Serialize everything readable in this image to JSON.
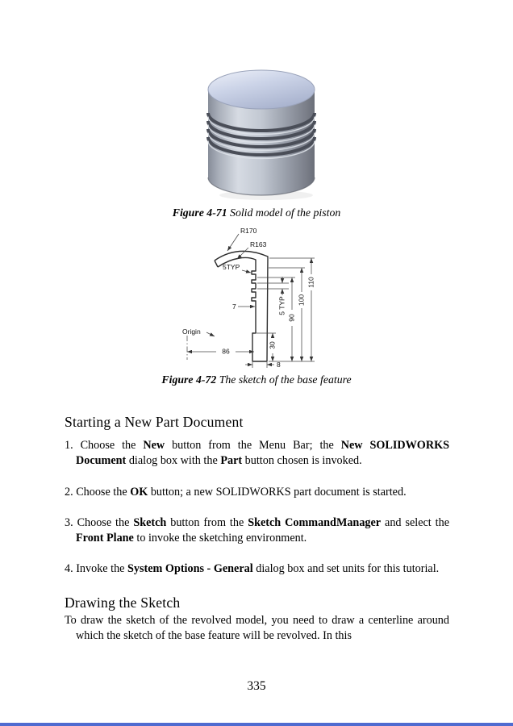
{
  "colors": {
    "bottom_bar": "#4f6bd0"
  },
  "page_number": "335",
  "figures": {
    "fig71": {
      "caption": [
        {
          "t": "Figure 4-71 ",
          "b": true,
          "i": true
        },
        {
          "t": "Solid model of the piston",
          "i": true
        }
      ]
    },
    "fig72": {
      "caption": [
        {
          "t": "Figure 4-72 ",
          "b": true,
          "i": true
        },
        {
          "t": "The sketch of the base feature",
          "i": true
        }
      ]
    }
  },
  "sketch": {
    "labels": {
      "r170": "R170",
      "r163": "R163",
      "typ5": "5TYP",
      "typ5v": "5 TYP",
      "d7": "7",
      "d30": "30",
      "d90": "90",
      "d100": "100",
      "d110": "110",
      "origin": "Origin",
      "d86": "86",
      "d8": "8"
    }
  },
  "content": {
    "section1": {
      "heading": "Starting a New Part Document",
      "items": [
        [
          {
            "t": "1. Choose the "
          },
          {
            "t": "New",
            "b": true
          },
          {
            "t": " button from the Menu Bar; the "
          },
          {
            "t": "New SOLIDWORKS Document",
            "b": true
          },
          {
            "t": " dialog box with the "
          },
          {
            "t": "Part",
            "b": true
          },
          {
            "t": " button chosen is invoked."
          }
        ],
        [
          {
            "t": "2. Choose the "
          },
          {
            "t": "OK",
            "b": true
          },
          {
            "t": " button; a new SOLIDWORKS part document is started."
          }
        ],
        [
          {
            "t": "3. Choose the "
          },
          {
            "t": "Sketch",
            "b": true
          },
          {
            "t": " button from the "
          },
          {
            "t": "Sketch CommandManager",
            "b": true
          },
          {
            "t": " and select the "
          },
          {
            "t": "Front Plane",
            "b": true
          },
          {
            "t": " to invoke the sketching environment."
          }
        ],
        [
          {
            "t": "4. Invoke the "
          },
          {
            "t": "System Options - General",
            "b": true
          },
          {
            "t": " dialog box and set units for this tutorial."
          }
        ]
      ]
    },
    "section2": {
      "heading": "Drawing the Sketch",
      "paragraph": [
        {
          "t": "To draw the sketch of the revolved model, you need to draw a centerline around which the sketch of the base feature will be revolved. In this"
        }
      ]
    }
  }
}
